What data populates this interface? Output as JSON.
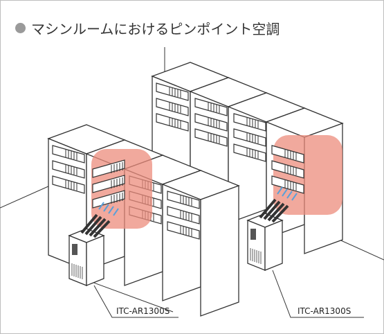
{
  "title": {
    "bullet_icon": "circle-bullet",
    "text": "マシンルームにおけるピンポイント空調"
  },
  "units": [
    {
      "model_label": "ITC-AR1300S"
    },
    {
      "model_label": "ITC-AR1300S"
    }
  ],
  "colors": {
    "hotspot": "#ec8c7c",
    "airflow": "#5aa0d8",
    "line": "#333333"
  }
}
